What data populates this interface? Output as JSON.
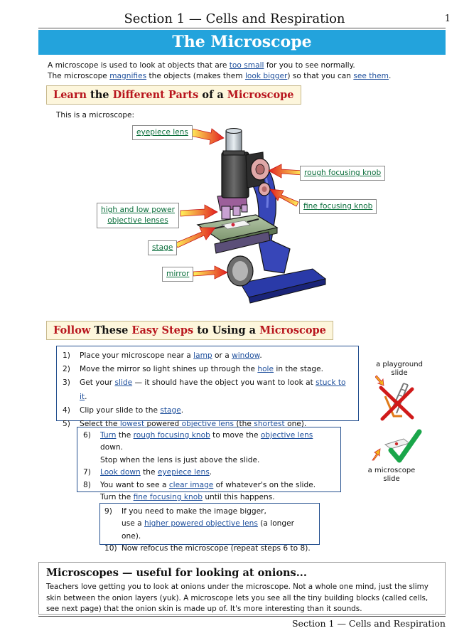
{
  "header": {
    "section_title": "Section 1 — Cells and Respiration",
    "page_number": "1"
  },
  "banner": {
    "title": "The Microscope"
  },
  "intro": {
    "l1_a": "A microscope is used to look at objects that are ",
    "l1_b": "too small",
    "l1_c": " for you to see normally.",
    "l2_a": "The microscope ",
    "l2_b": "magnifies",
    "l2_c": " the objects (makes them ",
    "l2_d": "look bigger",
    "l2_e": ") so that you can ",
    "l2_f": "see them",
    "l2_g": "."
  },
  "parts_heading": {
    "w1": "Learn",
    "w2": " the ",
    "w3": "Different Parts",
    "w4": " of a ",
    "w5": "Microscope"
  },
  "parts_intro": "This is a microscope:",
  "labels": {
    "eyepiece": "eyepiece lens",
    "rough": "rough focusing knob",
    "fine": "fine focusing knob",
    "objective_1": "high and low power",
    "objective_2": "objective lenses",
    "stage": "stage",
    "mirror": "mirror"
  },
  "steps_heading": {
    "w1": "Follow",
    "w2": " These ",
    "w3": "Easy Steps",
    "w4": " to Using a ",
    "w5": "Microscope"
  },
  "steps": {
    "s1": {
      "n": "1)",
      "a": "Place your microscope near a ",
      "b": "lamp",
      "c": " or a ",
      "d": "window",
      "e": "."
    },
    "s2": {
      "n": "2)",
      "a": "Move the mirror so light shines up through the ",
      "b": "hole",
      "c": " in the stage."
    },
    "s3": {
      "n": "3)",
      "a": "Get your ",
      "b": "slide",
      "c": " — it should have the object you want to look at ",
      "d": "stuck to it",
      "e": "."
    },
    "s4": {
      "n": "4)",
      "a": "Clip your slide to the ",
      "b": "stage",
      "c": "."
    },
    "s5": {
      "n": "5)",
      "a": "Select the ",
      "b": "lowest",
      "c": " powered ",
      "d": "objective lens",
      "e": " (the ",
      "f": "shortest",
      "g": " one)."
    },
    "s6": {
      "n": "6)",
      "a": "Turn",
      "b": " the ",
      "c": "rough focusing knob",
      "d": " to move the ",
      "e": "objective lens",
      "f": " down.",
      "g": "Stop when the lens is just above the slide."
    },
    "s7": {
      "n": "7)",
      "a": "Look down",
      "b": " the ",
      "c": "eyepiece lens",
      "d": "."
    },
    "s8": {
      "n": "8)",
      "a": "You want to see a ",
      "b": "clear image",
      "c": " of whatever's on the slide.",
      "d": "Turn the ",
      "e": "fine focusing knob",
      "f": " until this happens."
    },
    "s9": {
      "n": "9)",
      "a": "If you need to make the image bigger,",
      "b": "use a ",
      "c": "higher powered objective lens",
      "d": " (a longer one)."
    },
    "s10": {
      "n": "10)",
      "a": "Now refocus the microscope (repeat steps 6 to 8)."
    }
  },
  "slides": {
    "playground_1": "a playground",
    "playground_2": "slide",
    "micro_1": "a microscope",
    "micro_2": "slide"
  },
  "bottom": {
    "title": "Microscopes — useful for looking at onions...",
    "text": "Teachers love getting you to look at onions under the microscope.  Not a whole one mind, just the slimy skin between the onion layers (yuk).  A microscope lets you see all the tiny building blocks (called cells, see next page) that the onion skin is made up of.  It's more interesting than it sounds."
  },
  "footer": {
    "text": "Section 1 — Cells and Respiration"
  },
  "colors": {
    "banner": "#23a3dc",
    "heading_red": "#b8151d",
    "label_green": "#0a6e3b",
    "link_blue": "#1e4f9c",
    "box_border": "#25508f"
  }
}
